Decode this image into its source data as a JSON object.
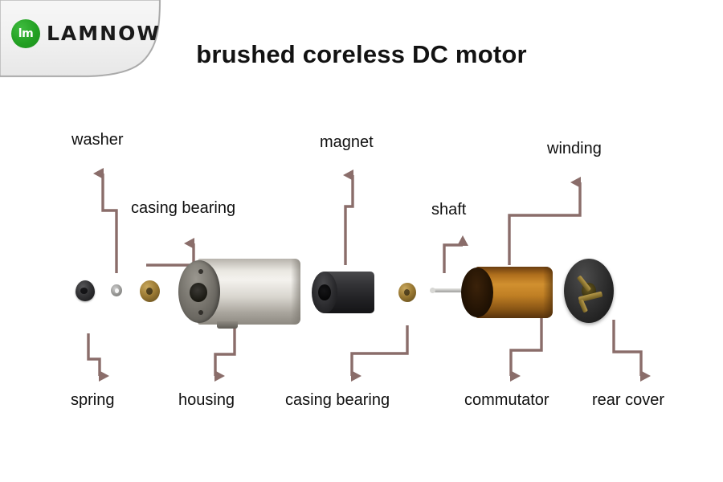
{
  "brand": {
    "mark_text": "lm",
    "mark_icon": "lamnow-logo-icon",
    "wordmark": "LAMNOW",
    "accent_color": "#22a022"
  },
  "header": {
    "title": "brushed coreless DC motor"
  },
  "diagram": {
    "arrow_color": "#8a6d6a",
    "labels": {
      "washer": "washer",
      "casing_bearing_top": "casing bearing",
      "magnet": "magnet",
      "shaft": "shaft",
      "winding": "winding",
      "spring": "spring",
      "housing": "housing",
      "casing_bearing_bottom": "casing bearing",
      "commutator": "commutator",
      "rear_cover": "rear cover"
    },
    "parts": [
      {
        "name": "spring",
        "label": "spring",
        "color": "#2b2b2d"
      },
      {
        "name": "washer",
        "label": "washer",
        "color": "#9a9a98"
      },
      {
        "name": "casing-bearing-front",
        "label": "casing bearing",
        "color": "#9d7c35"
      },
      {
        "name": "housing",
        "label": "housing",
        "color": "#d9d6cf"
      },
      {
        "name": "magnet",
        "label": "magnet",
        "color": "#232326"
      },
      {
        "name": "casing-bearing-rear",
        "label": "casing bearing",
        "color": "#9a7933"
      },
      {
        "name": "winding",
        "label": "winding",
        "color": "#c07f24"
      },
      {
        "name": "shaft",
        "label": "shaft",
        "color": "#d7d7d4"
      },
      {
        "name": "commutator",
        "label": "commutator",
        "color": "#3b220a"
      },
      {
        "name": "rear-cover",
        "label": "rear cover",
        "color": "#303030"
      }
    ]
  }
}
